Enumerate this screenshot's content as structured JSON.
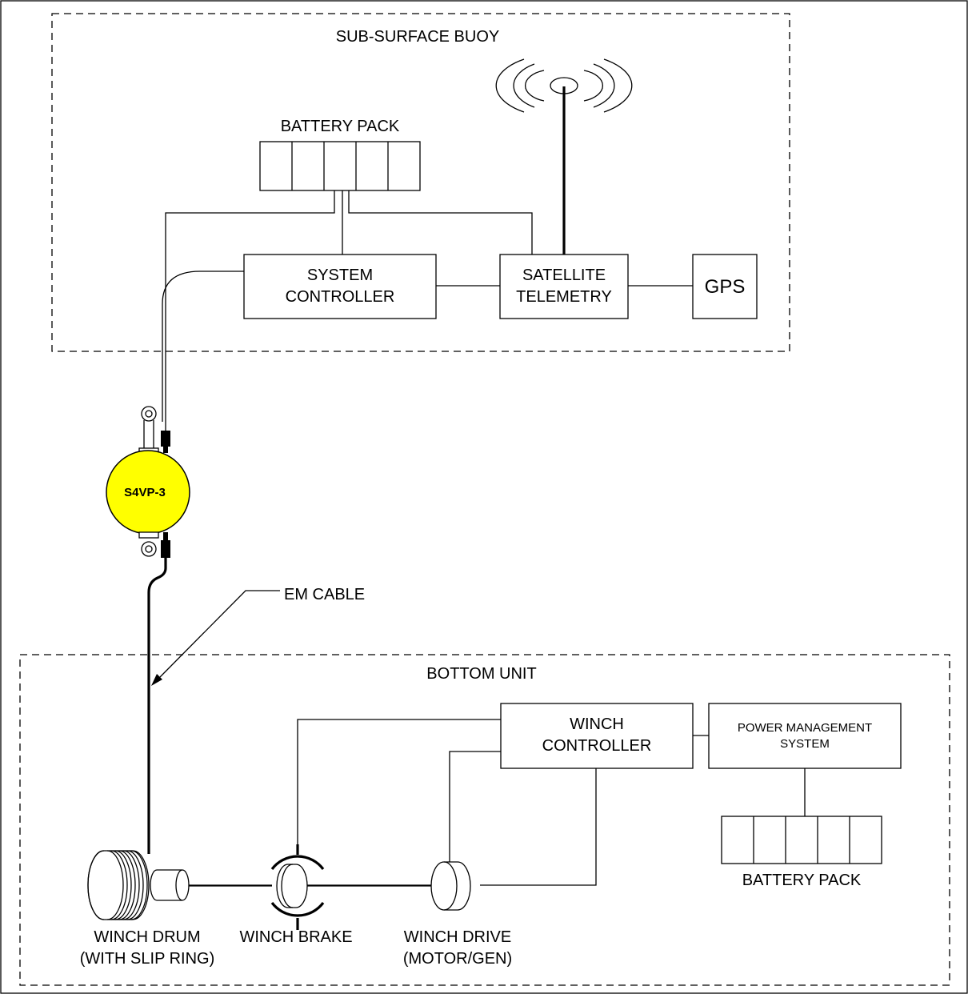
{
  "groups": {
    "buoy": "SUB-SURFACE BUOY",
    "bottom": "BOTTOM UNIT"
  },
  "buoy": {
    "battery_pack": "BATTERY PACK",
    "system_controller": [
      "SYSTEM",
      "CONTROLLER"
    ],
    "satellite_telemetry": [
      "SATELLITE",
      "TELEMETRY"
    ],
    "gps": "GPS"
  },
  "instrument": {
    "label": "S4VP-3",
    "color": "#ffff00"
  },
  "cable": {
    "label": "EM CABLE"
  },
  "bottom": {
    "winch_controller": [
      "WINCH",
      "CONTROLLER"
    ],
    "power_management": [
      "POWER MANAGEMENT",
      "SYSTEM"
    ],
    "battery_pack": "BATTERY PACK",
    "winch_drum": [
      "WINCH DRUM",
      "(WITH SLIP RING)"
    ],
    "winch_brake": "WINCH BRAKE",
    "winch_drive": [
      "WINCH DRIVE",
      "(MOTOR/GEN)"
    ]
  }
}
